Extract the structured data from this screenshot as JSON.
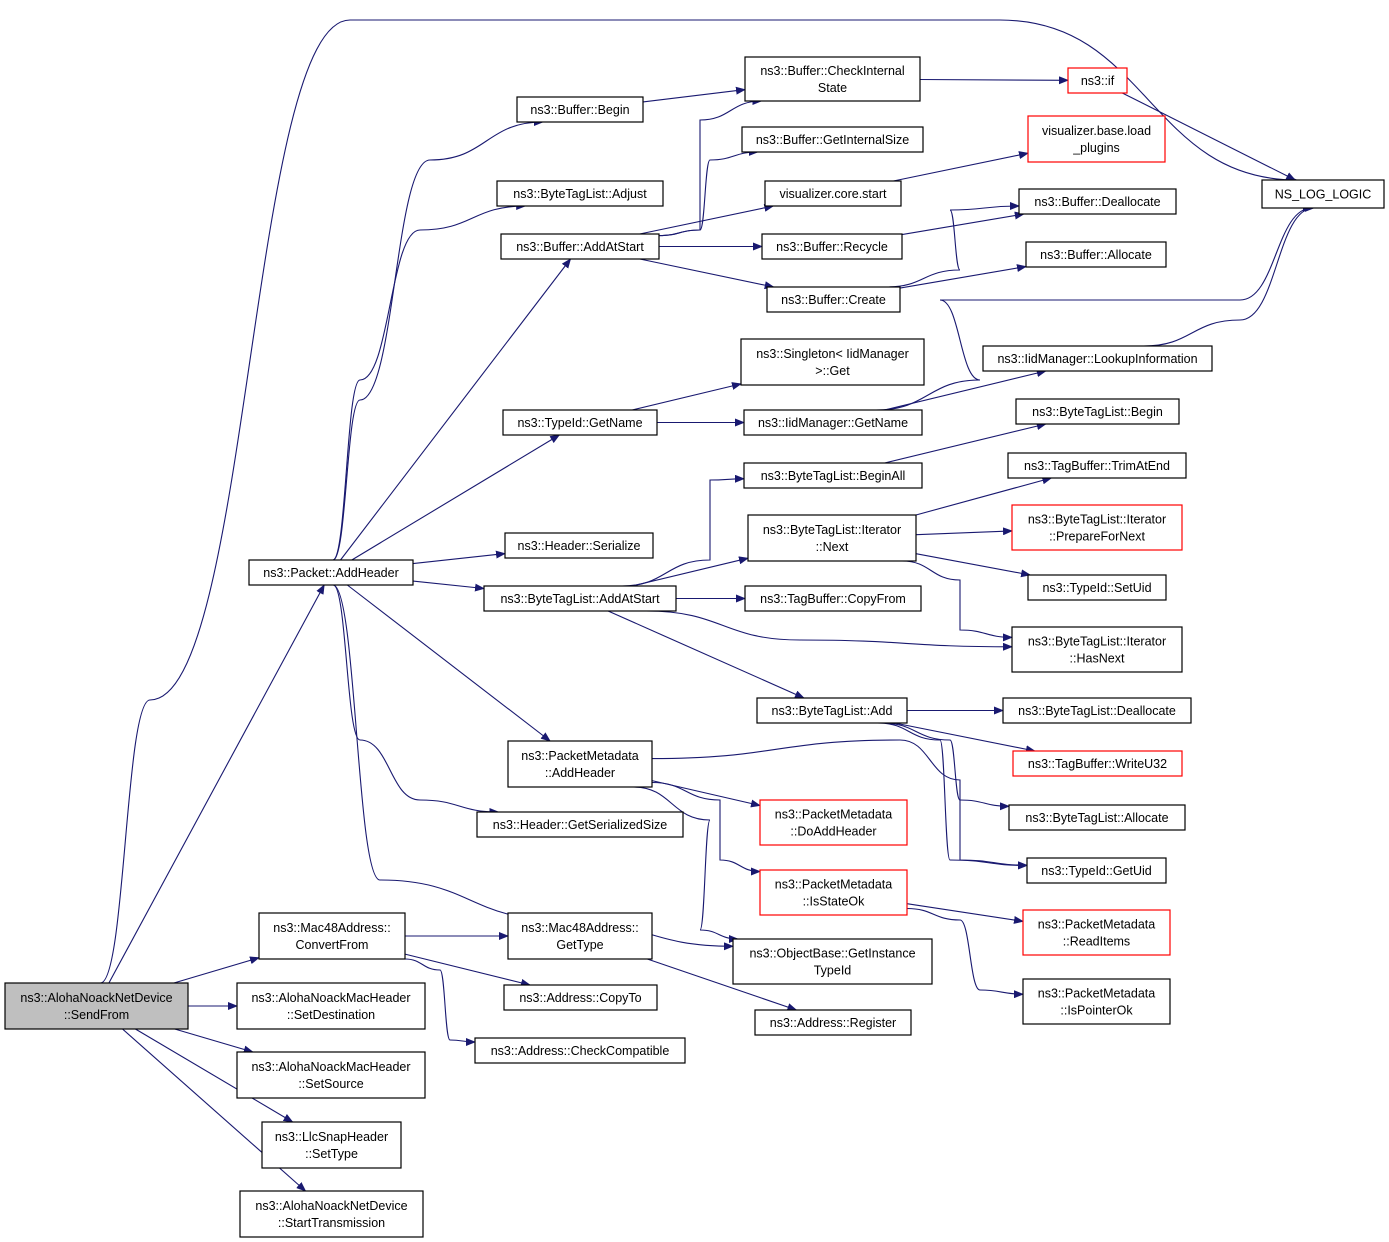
{
  "nodes": [
    {
      "id": "root",
      "label": [
        "ns3::AlohaNoackNetDevice",
        "::SendFrom"
      ],
      "red": false,
      "root": true
    },
    {
      "id": "pkt_addheader",
      "label": [
        "ns3::Packet::AddHeader"
      ],
      "red": false
    },
    {
      "id": "mac48_convert",
      "label": [
        "ns3::Mac48Address::",
        "ConvertFrom"
      ],
      "red": false
    },
    {
      "id": "aloha_setdest",
      "label": [
        "ns3::AlohaNoackMacHeader",
        "::SetDestination"
      ],
      "red": false
    },
    {
      "id": "aloha_setsource",
      "label": [
        "ns3::AlohaNoackMacHeader",
        "::SetSource"
      ],
      "red": false
    },
    {
      "id": "llc_settype",
      "label": [
        "ns3::LlcSnapHeader",
        "::SetType"
      ],
      "red": false
    },
    {
      "id": "aloha_starttx",
      "label": [
        "ns3::AlohaNoackNetDevice",
        "::StartTransmission"
      ],
      "red": false
    },
    {
      "id": "buf_begin",
      "label": [
        "ns3::Buffer::Begin"
      ],
      "red": false
    },
    {
      "id": "btl_adjust",
      "label": [
        "ns3::ByteTagList::Adjust"
      ],
      "red": false
    },
    {
      "id": "buf_addatstart",
      "label": [
        "ns3::Buffer::AddAtStart"
      ],
      "red": false
    },
    {
      "id": "typeid_getname",
      "label": [
        "ns3::TypeId::GetName"
      ],
      "red": false
    },
    {
      "id": "hdr_serialize",
      "label": [
        "ns3::Header::Serialize"
      ],
      "red": false
    },
    {
      "id": "btl_addatstart",
      "label": [
        "ns3::ByteTagList::AddAtStart"
      ],
      "red": false
    },
    {
      "id": "pm_addheader",
      "label": [
        "ns3::PacketMetadata",
        "::AddHeader"
      ],
      "red": false
    },
    {
      "id": "hdr_getsize",
      "label": [
        "ns3::Header::GetSerializedSize"
      ],
      "red": false
    },
    {
      "id": "mac48_gettype",
      "label": [
        "ns3::Mac48Address::",
        "GetType"
      ],
      "red": false
    },
    {
      "id": "addr_copyto",
      "label": [
        "ns3::Address::CopyTo"
      ],
      "red": false
    },
    {
      "id": "addr_checkcompat",
      "label": [
        "ns3::Address::CheckCompatible"
      ],
      "red": false
    },
    {
      "id": "buf_checkinternal",
      "label": [
        "ns3::Buffer::CheckInternal",
        "State"
      ],
      "red": false
    },
    {
      "id": "buf_getinternalsize",
      "label": [
        "ns3::Buffer::GetInternalSize"
      ],
      "red": false
    },
    {
      "id": "vis_core_start",
      "label": [
        "visualizer.core.start"
      ],
      "red": false
    },
    {
      "id": "buf_recycle",
      "label": [
        "ns3::Buffer::Recycle"
      ],
      "red": false
    },
    {
      "id": "buf_create",
      "label": [
        "ns3::Buffer::Create"
      ],
      "red": false
    },
    {
      "id": "singleton_get",
      "label": [
        "ns3::Singleton< IidManager",
        ">::Get"
      ],
      "red": false
    },
    {
      "id": "iid_getname",
      "label": [
        "ns3::IidManager::GetName"
      ],
      "red": false
    },
    {
      "id": "btl_beginall",
      "label": [
        "ns3::ByteTagList::BeginAll"
      ],
      "red": false
    },
    {
      "id": "btl_iter_next",
      "label": [
        "ns3::ByteTagList::Iterator",
        "::Next"
      ],
      "red": false
    },
    {
      "id": "tagbuf_copyfrom",
      "label": [
        "ns3::TagBuffer::CopyFrom"
      ],
      "red": false
    },
    {
      "id": "btl_add",
      "label": [
        "ns3::ByteTagList::Add"
      ],
      "red": false
    },
    {
      "id": "pm_doaddheader",
      "label": [
        "ns3::PacketMetadata",
        "::DoAddHeader"
      ],
      "red": true
    },
    {
      "id": "pm_isstateok",
      "label": [
        "ns3::PacketMetadata",
        "::IsStateOk"
      ],
      "red": true
    },
    {
      "id": "objbase_getinstance",
      "label": [
        "ns3::ObjectBase::GetInstance",
        "TypeId"
      ],
      "red": false
    },
    {
      "id": "addr_register",
      "label": [
        "ns3::Address::Register"
      ],
      "red": false
    },
    {
      "id": "ns3_if",
      "label": [
        "ns3::if"
      ],
      "red": true
    },
    {
      "id": "vis_base_load",
      "label": [
        "visualizer.base.load",
        "_plugins"
      ],
      "red": true
    },
    {
      "id": "buf_deallocate",
      "label": [
        "ns3::Buffer::Deallocate"
      ],
      "red": false
    },
    {
      "id": "buf_allocate",
      "label": [
        "ns3::Buffer::Allocate"
      ],
      "red": false
    },
    {
      "id": "iid_lookupinfo",
      "label": [
        "ns3::IidManager::LookupInformation"
      ],
      "red": false
    },
    {
      "id": "btl_begin",
      "label": [
        "ns3::ByteTagList::Begin"
      ],
      "red": false
    },
    {
      "id": "tagbuf_trimatend",
      "label": [
        "ns3::TagBuffer::TrimAtEnd"
      ],
      "red": false
    },
    {
      "id": "btl_iter_prepare",
      "label": [
        "ns3::ByteTagList::Iterator",
        "::PrepareForNext"
      ],
      "red": true
    },
    {
      "id": "typeid_setuid",
      "label": [
        "ns3::TypeId::SetUid"
      ],
      "red": false
    },
    {
      "id": "btl_iter_hasnext",
      "label": [
        "ns3::ByteTagList::Iterator",
        "::HasNext"
      ],
      "red": false
    },
    {
      "id": "btl_deallocate",
      "label": [
        "ns3::ByteTagList::Deallocate"
      ],
      "red": false
    },
    {
      "id": "tagbuf_writeu32",
      "label": [
        "ns3::TagBuffer::WriteU32"
      ],
      "red": true
    },
    {
      "id": "btl_allocate",
      "label": [
        "ns3::ByteTagList::Allocate"
      ],
      "red": false
    },
    {
      "id": "typeid_getuid",
      "label": [
        "ns3::TypeId::GetUid"
      ],
      "red": false
    },
    {
      "id": "pm_readitems",
      "label": [
        "ns3::PacketMetadata",
        "::ReadItems"
      ],
      "red": true
    },
    {
      "id": "pm_ispointerok",
      "label": [
        "ns3::PacketMetadata",
        "::IsPointerOk"
      ],
      "red": false
    },
    {
      "id": "ns_log_logic",
      "label": [
        "NS_LOG_LOGIC"
      ],
      "red": false
    }
  ]
}
